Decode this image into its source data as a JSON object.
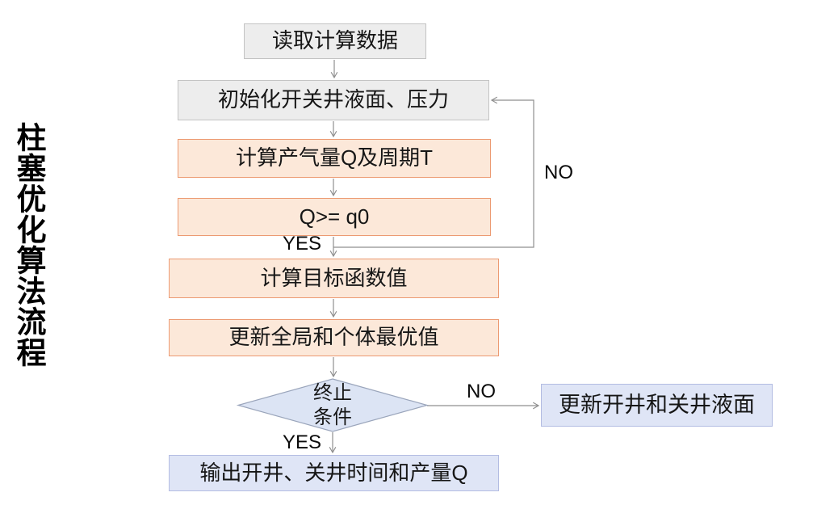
{
  "page_title": "柱塞优化算法流程",
  "flowchart": {
    "nodes": {
      "read_data": "读取计算数据",
      "init_wells": "初始化开关井液面、压力",
      "calc_gas": "计算产气量Q及周期T",
      "q_condition": "Q>= q0",
      "calc_objective": "计算目标函数值",
      "update_best": "更新全局和个体最优值",
      "terminate_line1": "终止",
      "terminate_line2": "条件",
      "update_liquid": "更新开井和关井液面",
      "output_result": "输出开井、关井时间和产量Q"
    },
    "edge_labels": {
      "q_yes": "YES",
      "q_no": "NO",
      "term_no": "NO",
      "term_yes": "YES"
    }
  },
  "colors": {
    "gray_fill": "#ededed",
    "gray_border": "#c3c3c3",
    "orange_fill": "#fce8d9",
    "orange_border": "#ec9a72",
    "blue_fill": "#dfe5f6",
    "blue_border": "#b3bce2",
    "diamond_fill": "#dce4f4",
    "diamond_border": "#9aa5bb",
    "arrow": "#8f8f8f"
  }
}
